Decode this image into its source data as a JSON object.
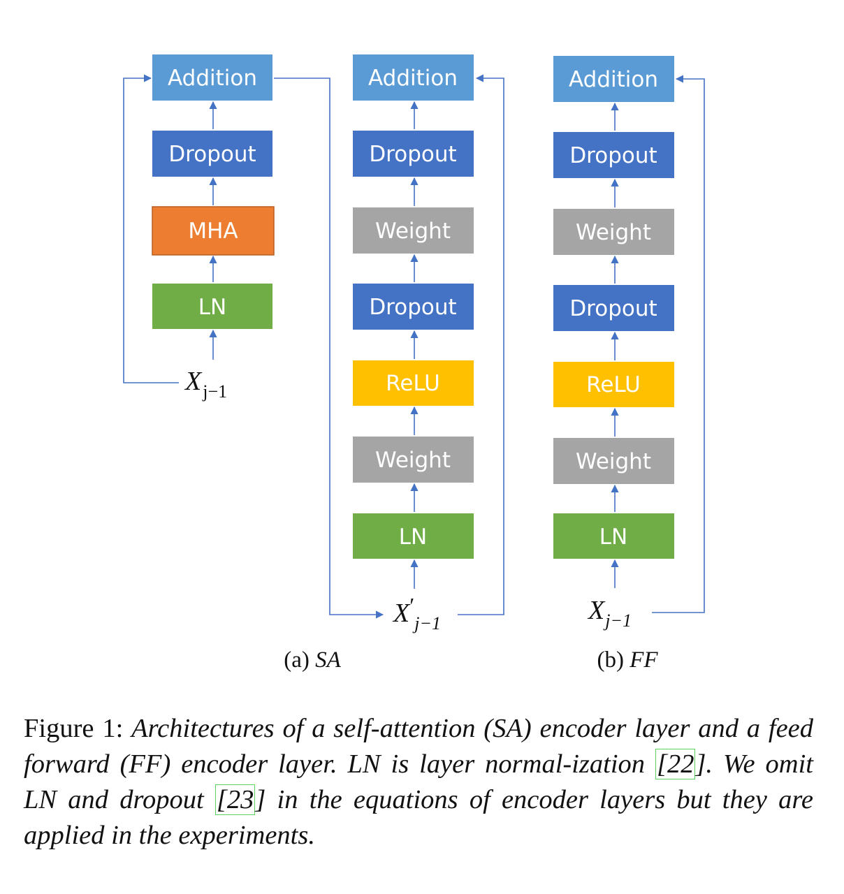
{
  "figure": {
    "panel_a": {
      "blocks": [
        {
          "label": "Addition",
          "color": "#5b9bd5"
        },
        {
          "label": "Dropout",
          "color": "#4472c4"
        },
        {
          "label": "MHA",
          "color": "#ed7d31"
        },
        {
          "label": "LN",
          "color": "#70ad47"
        }
      ],
      "input": {
        "symbol": "X",
        "subscript": "j−1"
      },
      "sublabel_prefix": "(a) ",
      "sublabel_name": "SA"
    },
    "panel_b": {
      "blocks": [
        {
          "label": "Addition",
          "color": "#5b9bd5"
        },
        {
          "label": "Dropout",
          "color": "#4472c4"
        },
        {
          "label": "Weight",
          "color": "#a5a5a5"
        },
        {
          "label": "Dropout",
          "color": "#4472c4"
        },
        {
          "label": "ReLU",
          "color": "#ffc000"
        },
        {
          "label": "Weight",
          "color": "#a5a5a5"
        },
        {
          "label": "LN",
          "color": "#70ad47"
        }
      ],
      "input": {
        "symbol": "X",
        "prime": "′",
        "subscript": "j−1"
      }
    },
    "panel_c": {
      "blocks": [
        {
          "label": "Addition",
          "color": "#5b9bd5"
        },
        {
          "label": "Dropout",
          "color": "#4472c4"
        },
        {
          "label": "Weight",
          "color": "#a5a5a5"
        },
        {
          "label": "Dropout",
          "color": "#4472c4"
        },
        {
          "label": "ReLU",
          "color": "#ffc000"
        },
        {
          "label": "Weight",
          "color": "#a5a5a5"
        },
        {
          "label": "LN",
          "color": "#70ad47"
        }
      ],
      "input": {
        "symbol": "X",
        "subscript": "j−1"
      },
      "sublabel_prefix": "(b) ",
      "sublabel_name": "FF"
    },
    "arrow_color": "#4472c4"
  },
  "caption": {
    "lead": "Figure 1: ",
    "part1": "Architectures of a self-attention (SA) encoder layer and a feed forward (FF) encoder layer. LN is layer normal-ization ",
    "ref1": "[22",
    "part2": "]. We omit LN and dropout ",
    "ref2": "[23",
    "part3": "] in the equations of encoder layers but they are applied in the experiments."
  }
}
